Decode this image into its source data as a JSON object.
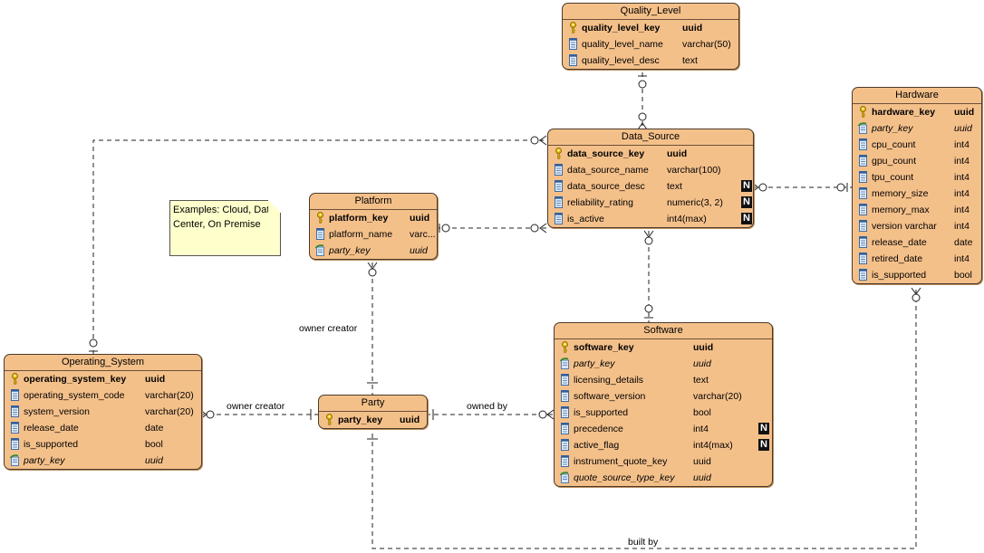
{
  "note": {
    "text": "Examples: Cloud, Data Center, On Premise"
  },
  "relationship_labels": {
    "platform_party": "owner creator",
    "os_party": "owner creator",
    "software_party": "owned by",
    "hardware_party": "built by"
  },
  "entities": {
    "quality_level": {
      "title": "Quality_Level",
      "rows": [
        {
          "name": "quality_level_key",
          "type": "uuid",
          "kind": "pk"
        },
        {
          "name": "quality_level_name",
          "type": "varchar(50)",
          "kind": "col"
        },
        {
          "name": "quality_level_desc",
          "type": "text",
          "kind": "col"
        }
      ]
    },
    "data_source": {
      "title": "Data_Source",
      "rows": [
        {
          "name": "data_source_key",
          "type": "uuid",
          "kind": "pk"
        },
        {
          "name": "data_source_name",
          "type": "varchar(100)",
          "kind": "col"
        },
        {
          "name": "data_source_desc",
          "type": "text",
          "kind": "col",
          "nullable": "N"
        },
        {
          "name": "reliability_rating",
          "type": "numeric(3, 2)",
          "kind": "col",
          "nullable": "N"
        },
        {
          "name": "is_active",
          "type": "int4(max)",
          "kind": "col",
          "nullable": "N"
        }
      ]
    },
    "hardware": {
      "title": "Hardware",
      "rows": [
        {
          "name": "hardware_key",
          "type": "uuid",
          "kind": "pk"
        },
        {
          "name": "party_key",
          "type": "uuid",
          "kind": "fk"
        },
        {
          "name": "cpu_count",
          "type": "int4",
          "kind": "col"
        },
        {
          "name": "gpu_count",
          "type": "int4",
          "kind": "col"
        },
        {
          "name": "tpu_count",
          "type": "int4",
          "kind": "col"
        },
        {
          "name": "memory_size",
          "type": "int4",
          "kind": "col"
        },
        {
          "name": "memory_max",
          "type": "int4",
          "kind": "col"
        },
        {
          "name": "version varchar",
          "type": "int4",
          "kind": "col"
        },
        {
          "name": "release_date",
          "type": "date",
          "kind": "col"
        },
        {
          "name": "retired_date",
          "type": "int4",
          "kind": "col"
        },
        {
          "name": "is_supported",
          "type": "bool",
          "kind": "col"
        }
      ]
    },
    "platform": {
      "title": "Platform",
      "rows": [
        {
          "name": "platform_key",
          "type": "uuid",
          "kind": "pk"
        },
        {
          "name": "platform_name",
          "type": "varc...",
          "kind": "col"
        },
        {
          "name": "party_key",
          "type": "uuid",
          "kind": "fk"
        }
      ]
    },
    "operating_system": {
      "title": "Operating_System",
      "rows": [
        {
          "name": "operating_system_key",
          "type": "uuid",
          "kind": "pk"
        },
        {
          "name": "operating_system_code",
          "type": "varchar(20)",
          "kind": "col"
        },
        {
          "name": "system_version",
          "type": "varchar(20)",
          "kind": "col"
        },
        {
          "name": "release_date",
          "type": "date",
          "kind": "col"
        },
        {
          "name": "is_supported",
          "type": "bool",
          "kind": "col"
        },
        {
          "name": "party_key",
          "type": "uuid",
          "kind": "fk"
        }
      ]
    },
    "party": {
      "title": "Party",
      "rows": [
        {
          "name": "party_key",
          "type": "uuid",
          "kind": "pk"
        }
      ]
    },
    "software": {
      "title": "Software",
      "rows": [
        {
          "name": "software_key",
          "type": "uuid",
          "kind": "pk"
        },
        {
          "name": "party_key",
          "type": "uuid",
          "kind": "fk"
        },
        {
          "name": "licensing_details",
          "type": "text",
          "kind": "col"
        },
        {
          "name": "software_version",
          "type": "varchar(20)",
          "kind": "col"
        },
        {
          "name": "is_supported",
          "type": "bool",
          "kind": "col"
        },
        {
          "name": "precedence",
          "type": "int4",
          "kind": "col",
          "nullable": "N"
        },
        {
          "name": "active_flag",
          "type": "int4(max)",
          "kind": "col",
          "nullable": "N"
        },
        {
          "name": "instrument_quote_key",
          "type": "uuid",
          "kind": "col"
        },
        {
          "name": "quote_source_type_key",
          "type": "uuid",
          "kind": "fk"
        }
      ]
    }
  }
}
